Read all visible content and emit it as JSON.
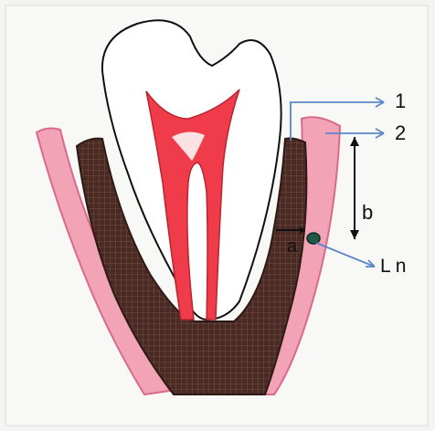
{
  "labels": {
    "one": "1",
    "two": "2",
    "a": "a",
    "b": "b",
    "ln": "L n"
  },
  "colors": {
    "paper": "#f4f4f2",
    "crown": "#ffffff",
    "pulp": "#ef3b4a",
    "bone": "#4a2a22",
    "gingiva": "#f2a3b6",
    "gingiva_edge": "#d96a8b",
    "arrow_blue": "#5b86c9",
    "node": "#1f5a47",
    "ink": "#111111"
  }
}
